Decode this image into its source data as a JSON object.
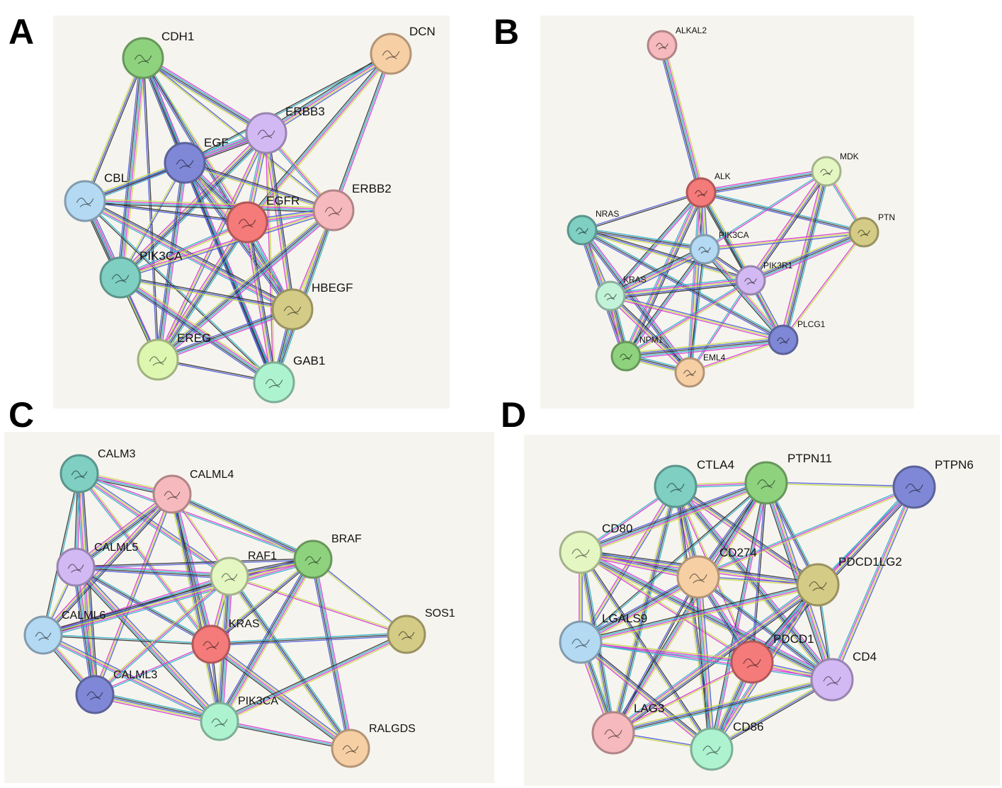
{
  "panels": [
    {
      "letter": "A",
      "nodes": [
        {
          "name": "CDH1",
          "color": "#8fd27e"
        },
        {
          "name": "DCN",
          "color": "#f7cfa5"
        },
        {
          "name": "ERBB3",
          "color": "#d3b9f3"
        },
        {
          "name": "EGF",
          "color": "#7f88d6"
        },
        {
          "name": "CBL",
          "color": "#b4d9f2"
        },
        {
          "name": "EGFR",
          "color": "#f57a7a"
        },
        {
          "name": "ERBB2",
          "color": "#f6b9bd"
        },
        {
          "name": "PIK3CA",
          "color": "#7fcfc3"
        },
        {
          "name": "HBEGF",
          "color": "#d4cb86"
        },
        {
          "name": "EREG",
          "color": "#def7b0"
        },
        {
          "name": "GAB1",
          "color": "#aef3d0"
        }
      ],
      "edges": [
        [
          "CDH1",
          "EGFR"
        ],
        [
          "CDH1",
          "ERBB3"
        ],
        [
          "CDH1",
          "EGF"
        ],
        [
          "CDH1",
          "CBL"
        ],
        [
          "CDH1",
          "ERBB2"
        ],
        [
          "CDH1",
          "PIK3CA"
        ],
        [
          "CDH1",
          "GAB1"
        ],
        [
          "CDH1",
          "HBEGF"
        ],
        [
          "CDH1",
          "EREG"
        ],
        [
          "DCN",
          "ERBB3"
        ],
        [
          "DCN",
          "EGFR"
        ],
        [
          "DCN",
          "ERBB2"
        ],
        [
          "DCN",
          "EGF"
        ],
        [
          "ERBB3",
          "EGF"
        ],
        [
          "ERBB3",
          "EGFR"
        ],
        [
          "ERBB3",
          "ERBB2"
        ],
        [
          "ERBB3",
          "CBL"
        ],
        [
          "ERBB3",
          "PIK3CA"
        ],
        [
          "ERBB3",
          "HBEGF"
        ],
        [
          "ERBB3",
          "EREG"
        ],
        [
          "ERBB3",
          "GAB1"
        ],
        [
          "EGF",
          "EGFR"
        ],
        [
          "EGF",
          "CBL"
        ],
        [
          "EGF",
          "ERBB2"
        ],
        [
          "EGF",
          "PIK3CA"
        ],
        [
          "EGF",
          "HBEGF"
        ],
        [
          "EGF",
          "EREG"
        ],
        [
          "EGF",
          "GAB1"
        ],
        [
          "CBL",
          "EGFR"
        ],
        [
          "CBL",
          "PIK3CA"
        ],
        [
          "CBL",
          "ERBB2"
        ],
        [
          "CBL",
          "EREG"
        ],
        [
          "CBL",
          "GAB1"
        ],
        [
          "CBL",
          "HBEGF"
        ],
        [
          "EGFR",
          "ERBB2"
        ],
        [
          "EGFR",
          "PIK3CA"
        ],
        [
          "EGFR",
          "HBEGF"
        ],
        [
          "EGFR",
          "EREG"
        ],
        [
          "EGFR",
          "GAB1"
        ],
        [
          "ERBB2",
          "PIK3CA"
        ],
        [
          "ERBB2",
          "HBEGF"
        ],
        [
          "ERBB2",
          "EREG"
        ],
        [
          "ERBB2",
          "GAB1"
        ],
        [
          "PIK3CA",
          "HBEGF"
        ],
        [
          "PIK3CA",
          "EREG"
        ],
        [
          "PIK3CA",
          "GAB1"
        ],
        [
          "HBEGF",
          "EREG"
        ],
        [
          "HBEGF",
          "GAB1"
        ],
        [
          "EREG",
          "GAB1"
        ]
      ]
    },
    {
      "letter": "B",
      "nodes": [
        {
          "name": "ALKAL2",
          "color": "#f6b9bd"
        },
        {
          "name": "MDK",
          "color": "#e4f7c2"
        },
        {
          "name": "ALK",
          "color": "#f57a7a"
        },
        {
          "name": "PTN",
          "color": "#d4cb86"
        },
        {
          "name": "NRAS",
          "color": "#7fcfc3"
        },
        {
          "name": "PIK3CA",
          "color": "#b4d9f2"
        },
        {
          "name": "PIK3R1",
          "color": "#d3b9f3"
        },
        {
          "name": "KRAS",
          "color": "#c2f3d9"
        },
        {
          "name": "PLCG1",
          "color": "#7f88d6"
        },
        {
          "name": "NPM1",
          "color": "#8fd27e"
        },
        {
          "name": "EML4",
          "color": "#f7cfa5"
        }
      ],
      "edges": [
        [
          "ALKAL2",
          "ALK"
        ],
        [
          "ALK",
          "MDK"
        ],
        [
          "ALK",
          "PTN"
        ],
        [
          "ALK",
          "NRAS"
        ],
        [
          "ALK",
          "PIK3CA"
        ],
        [
          "ALK",
          "PIK3R1"
        ],
        [
          "ALK",
          "KRAS"
        ],
        [
          "ALK",
          "PLCG1"
        ],
        [
          "ALK",
          "NPM1"
        ],
        [
          "ALK",
          "EML4"
        ],
        [
          "MDK",
          "PTN"
        ],
        [
          "MDK",
          "PIK3CA"
        ],
        [
          "MDK",
          "PLCG1"
        ],
        [
          "MDK",
          "PIK3R1"
        ],
        [
          "PTN",
          "PIK3CA"
        ],
        [
          "PTN",
          "PLCG1"
        ],
        [
          "PTN",
          "PIK3R1"
        ],
        [
          "NRAS",
          "PIK3CA"
        ],
        [
          "NRAS",
          "PIK3R1"
        ],
        [
          "NRAS",
          "KRAS"
        ],
        [
          "NRAS",
          "NPM1"
        ],
        [
          "NRAS",
          "EML4"
        ],
        [
          "NRAS",
          "PLCG1"
        ],
        [
          "PIK3CA",
          "PIK3R1"
        ],
        [
          "PIK3CA",
          "KRAS"
        ],
        [
          "PIK3CA",
          "PLCG1"
        ],
        [
          "PIK3CA",
          "NPM1"
        ],
        [
          "PIK3CA",
          "EML4"
        ],
        [
          "PIK3R1",
          "KRAS"
        ],
        [
          "PIK3R1",
          "PLCG1"
        ],
        [
          "PIK3R1",
          "NPM1"
        ],
        [
          "PIK3R1",
          "EML4"
        ],
        [
          "KRAS",
          "NPM1"
        ],
        [
          "KRAS",
          "EML4"
        ],
        [
          "KRAS",
          "PLCG1"
        ],
        [
          "PLCG1",
          "EML4"
        ],
        [
          "PLCG1",
          "NPM1"
        ],
        [
          "NPM1",
          "EML4"
        ]
      ]
    },
    {
      "letter": "C",
      "nodes": [
        {
          "name": "CALM3",
          "color": "#7fcfc3"
        },
        {
          "name": "CALML4",
          "color": "#f6b9bd"
        },
        {
          "name": "BRAF",
          "color": "#8fd27e"
        },
        {
          "name": "CALML5",
          "color": "#d3b9f3"
        },
        {
          "name": "RAF1",
          "color": "#e4f7c2"
        },
        {
          "name": "SOS1",
          "color": "#d4cb86"
        },
        {
          "name": "CALML6",
          "color": "#b4d9f2"
        },
        {
          "name": "KRAS",
          "color": "#f57a7a"
        },
        {
          "name": "CALML3",
          "color": "#7f88d6"
        },
        {
          "name": "PIK3CA",
          "color": "#aef3d0"
        },
        {
          "name": "RALGDS",
          "color": "#f7cfa5"
        }
      ],
      "edges": [
        [
          "CALM3",
          "CALML4"
        ],
        [
          "CALM3",
          "CALML5"
        ],
        [
          "CALM3",
          "CALML6"
        ],
        [
          "CALM3",
          "CALML3"
        ],
        [
          "CALM3",
          "RAF1"
        ],
        [
          "CALM3",
          "KRAS"
        ],
        [
          "CALM3",
          "BRAF"
        ],
        [
          "CALML4",
          "CALML5"
        ],
        [
          "CALML4",
          "CALML6"
        ],
        [
          "CALML4",
          "CALML3"
        ],
        [
          "CALML4",
          "RAF1"
        ],
        [
          "CALML4",
          "KRAS"
        ],
        [
          "CALML4",
          "BRAF"
        ],
        [
          "CALML4",
          "PIK3CA"
        ],
        [
          "CALML5",
          "CALML6"
        ],
        [
          "CALML5",
          "CALML3"
        ],
        [
          "CALML5",
          "RAF1"
        ],
        [
          "CALML5",
          "KRAS"
        ],
        [
          "CALML5",
          "BRAF"
        ],
        [
          "CALML5",
          "PIK3CA"
        ],
        [
          "CALML6",
          "CALML3"
        ],
        [
          "CALML6",
          "RAF1"
        ],
        [
          "CALML6",
          "KRAS"
        ],
        [
          "CALML6",
          "BRAF"
        ],
        [
          "CALML6",
          "PIK3CA"
        ],
        [
          "CALML3",
          "RAF1"
        ],
        [
          "CALML3",
          "KRAS"
        ],
        [
          "CALML3",
          "PIK3CA"
        ],
        [
          "RAF1",
          "BRAF"
        ],
        [
          "RAF1",
          "KRAS"
        ],
        [
          "RAF1",
          "SOS1"
        ],
        [
          "RAF1",
          "PIK3CA"
        ],
        [
          "RAF1",
          "RALGDS"
        ],
        [
          "BRAF",
          "KRAS"
        ],
        [
          "BRAF",
          "SOS1"
        ],
        [
          "BRAF",
          "PIK3CA"
        ],
        [
          "BRAF",
          "RALGDS"
        ],
        [
          "KRAS",
          "SOS1"
        ],
        [
          "KRAS",
          "PIK3CA"
        ],
        [
          "KRAS",
          "RALGDS"
        ],
        [
          "SOS1",
          "PIK3CA"
        ],
        [
          "PIK3CA",
          "RALGDS"
        ]
      ]
    },
    {
      "letter": "D",
      "nodes": [
        {
          "name": "CTLA4",
          "color": "#7fcfc3"
        },
        {
          "name": "PTPN11",
          "color": "#8fd27e"
        },
        {
          "name": "PTPN6",
          "color": "#7f88d6"
        },
        {
          "name": "CD80",
          "color": "#e4f7c2"
        },
        {
          "name": "CD274",
          "color": "#f7cfa5"
        },
        {
          "name": "PDCD1LG2",
          "color": "#d4cb86"
        },
        {
          "name": "LGALS9",
          "color": "#b4d9f2"
        },
        {
          "name": "PDCD1",
          "color": "#f57a7a"
        },
        {
          "name": "CD4",
          "color": "#d3b9f3"
        },
        {
          "name": "LAG3",
          "color": "#f6b9bd"
        },
        {
          "name": "CD86",
          "color": "#aef3d0"
        }
      ],
      "edges": [
        [
          "CTLA4",
          "PTPN11"
        ],
        [
          "CTLA4",
          "CD80"
        ],
        [
          "CTLA4",
          "CD274"
        ],
        [
          "CTLA4",
          "PDCD1LG2"
        ],
        [
          "CTLA4",
          "LGALS9"
        ],
        [
          "CTLA4",
          "PDCD1"
        ],
        [
          "CTLA4",
          "CD4"
        ],
        [
          "CTLA4",
          "LAG3"
        ],
        [
          "CTLA4",
          "CD86"
        ],
        [
          "PTPN11",
          "PTPN6"
        ],
        [
          "PTPN11",
          "CD80"
        ],
        [
          "PTPN11",
          "CD274"
        ],
        [
          "PTPN11",
          "PDCD1LG2"
        ],
        [
          "PTPN11",
          "PDCD1"
        ],
        [
          "PTPN11",
          "CD4"
        ],
        [
          "PTPN11",
          "LAG3"
        ],
        [
          "PTPN11",
          "CD86"
        ],
        [
          "PTPN11",
          "LGALS9"
        ],
        [
          "PTPN6",
          "PDCD1"
        ],
        [
          "PTPN6",
          "CD4"
        ],
        [
          "PTPN6",
          "CD274"
        ],
        [
          "PTPN6",
          "PDCD1LG2"
        ],
        [
          "CD80",
          "CD274"
        ],
        [
          "CD80",
          "PDCD1LG2"
        ],
        [
          "CD80",
          "LGALS9"
        ],
        [
          "CD80",
          "PDCD1"
        ],
        [
          "CD80",
          "CD4"
        ],
        [
          "CD80",
          "LAG3"
        ],
        [
          "CD80",
          "CD86"
        ],
        [
          "CD274",
          "PDCD1LG2"
        ],
        [
          "CD274",
          "LGALS9"
        ],
        [
          "CD274",
          "PDCD1"
        ],
        [
          "CD274",
          "CD4"
        ],
        [
          "CD274",
          "LAG3"
        ],
        [
          "CD274",
          "CD86"
        ],
        [
          "PDCD1LG2",
          "LGALS9"
        ],
        [
          "PDCD1LG2",
          "PDCD1"
        ],
        [
          "PDCD1LG2",
          "CD4"
        ],
        [
          "PDCD1LG2",
          "LAG3"
        ],
        [
          "PDCD1LG2",
          "CD86"
        ],
        [
          "LGALS9",
          "PDCD1"
        ],
        [
          "LGALS9",
          "CD4"
        ],
        [
          "LGALS9",
          "LAG3"
        ],
        [
          "LGALS9",
          "CD86"
        ],
        [
          "PDCD1",
          "CD4"
        ],
        [
          "PDCD1",
          "LAG3"
        ],
        [
          "PDCD1",
          "CD86"
        ],
        [
          "CD4",
          "LAG3"
        ],
        [
          "CD4",
          "CD86"
        ],
        [
          "LAG3",
          "CD86"
        ]
      ]
    }
  ],
  "edge_colors": [
    "#c6d84a",
    "#d63ad2",
    "#2fb0c6",
    "#333333",
    "#4c5bd6"
  ]
}
